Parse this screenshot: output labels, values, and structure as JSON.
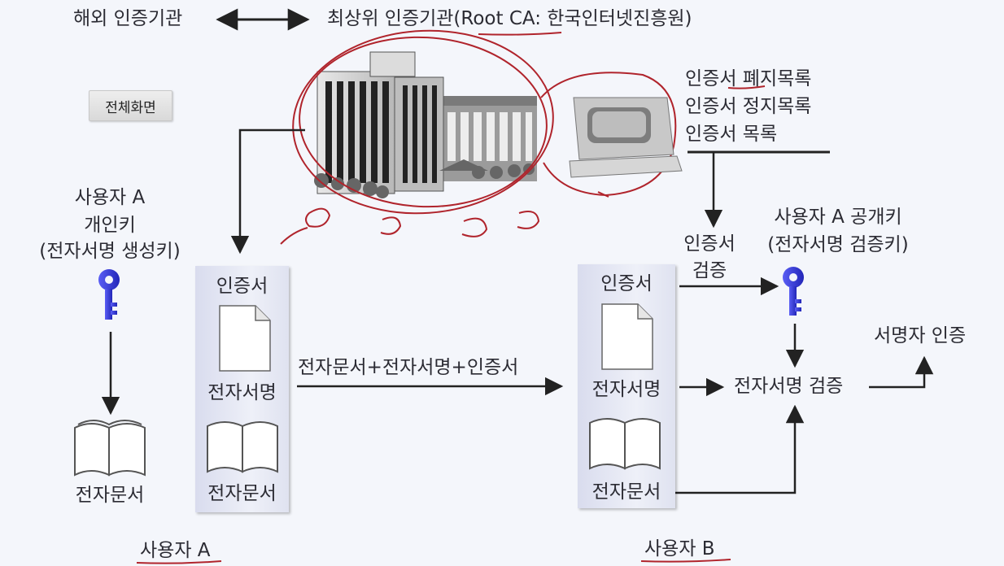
{
  "header": {
    "foreign_ca": "해외 인증기관",
    "root_ca": "최상위 인증기관(Root CA: 한국인터넷진흥원)"
  },
  "fullscreen_button": "전체화면",
  "server_lists": {
    "crl": "인증서 폐지목록",
    "suspension": "인증서 정지목록",
    "list": "인증서 목록"
  },
  "user_a": {
    "key_line1": "사용자 A",
    "key_line2": "개인키",
    "key_line3": "(전자서명 생성키)",
    "document": "전자문서",
    "card_certificate": "인증서",
    "card_signature": "전자서명",
    "card_document": "전자문서",
    "footer": "사용자 A"
  },
  "transfer_label": "전자문서+전자서명+인증서",
  "user_b": {
    "card_certificate": "인증서",
    "card_signature": "전자서명",
    "card_document": "전자문서",
    "cert_verify_line1": "인증서",
    "cert_verify_line2": "검증",
    "pubkey_line1": "사용자 A 공개키",
    "pubkey_line2": "(전자서명 검증키)",
    "signature_verify": "전자서명 검증",
    "signer_auth": "서명자 인증",
    "footer": "사용자 B"
  },
  "colors": {
    "key": "#3a3ee6",
    "annotation": "#b0242c",
    "arrow": "#222222",
    "card_border": "#9aa0c0"
  }
}
